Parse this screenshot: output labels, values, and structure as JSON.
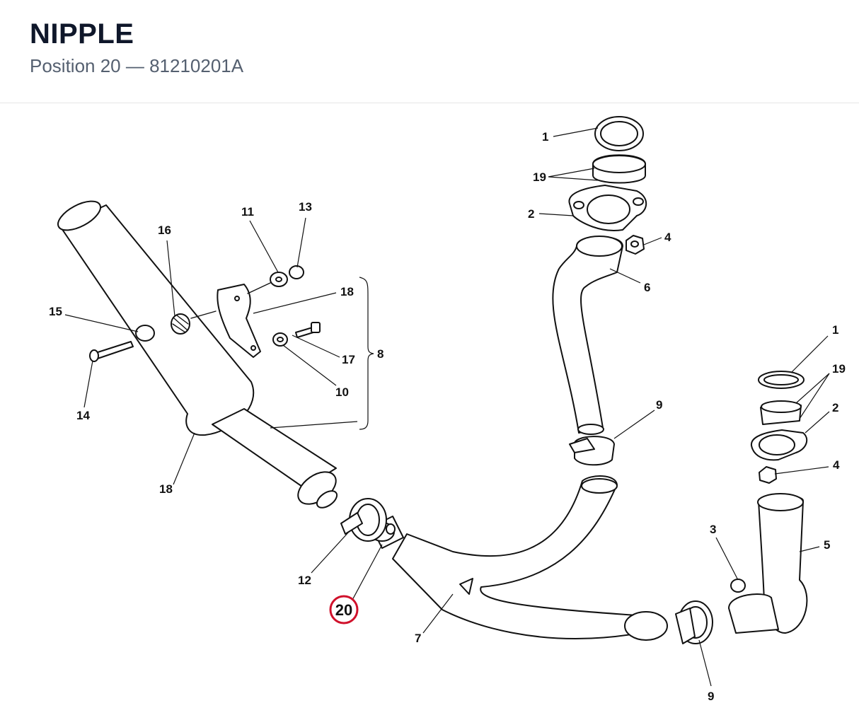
{
  "header": {
    "title": "NIPPLE",
    "subtitle": "Position 20 — 81210201A"
  },
  "highlight": {
    "label": "20",
    "color": "#d0112b"
  },
  "callouts": [
    {
      "id": "c1a",
      "label": "1"
    },
    {
      "id": "c19a",
      "label": "19"
    },
    {
      "id": "c2a",
      "label": "2"
    },
    {
      "id": "c4a",
      "label": "4"
    },
    {
      "id": "c6",
      "label": "6"
    },
    {
      "id": "c9a",
      "label": "9"
    },
    {
      "id": "c1b",
      "label": "1"
    },
    {
      "id": "c19b",
      "label": "19"
    },
    {
      "id": "c2b",
      "label": "2"
    },
    {
      "id": "c4b",
      "label": "4"
    },
    {
      "id": "c3",
      "label": "3"
    },
    {
      "id": "c5",
      "label": "5"
    },
    {
      "id": "c9b",
      "label": "9"
    },
    {
      "id": "c7",
      "label": "7"
    },
    {
      "id": "c12",
      "label": "12"
    },
    {
      "id": "c18a",
      "label": "18"
    },
    {
      "id": "c18b",
      "label": "18"
    },
    {
      "id": "c8",
      "label": "8"
    },
    {
      "id": "c11",
      "label": "11"
    },
    {
      "id": "c13",
      "label": "13"
    },
    {
      "id": "c16",
      "label": "16"
    },
    {
      "id": "c15",
      "label": "15"
    },
    {
      "id": "c14",
      "label": "14"
    },
    {
      "id": "c17",
      "label": "17"
    },
    {
      "id": "c10",
      "label": "10"
    }
  ]
}
